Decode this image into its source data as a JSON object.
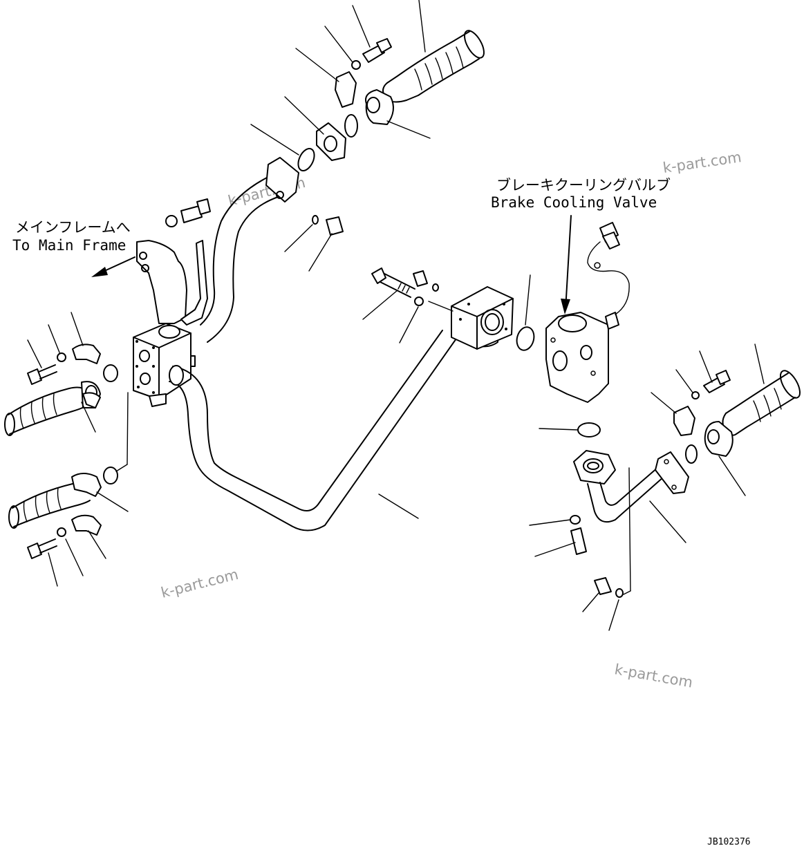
{
  "labels": {
    "main_frame_jp": "メインフレームへ",
    "main_frame_en": "To Main Frame",
    "brake_valve_jp": "ブレーキクーリングバルブ",
    "brake_valve_en": "Brake Cooling Valve"
  },
  "watermark": "k-part.com",
  "drawing_number": "JB102376"
}
